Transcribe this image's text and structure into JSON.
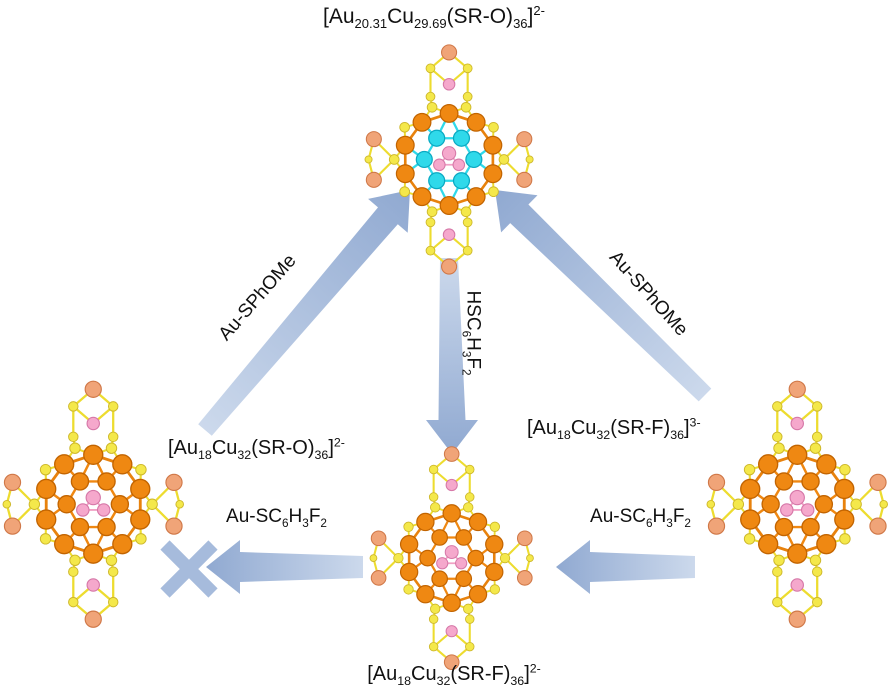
{
  "figure": {
    "background": "#ffffff"
  },
  "colors": {
    "arrow": "#a9bedd",
    "arrow_gradient_light": "#ccd9ec",
    "arrow_gradient_dark": "#90a9d1",
    "gold_orange": "#ef8812",
    "cyan_dopant": "#2fd9ea",
    "pink_core": "#f5a8cc",
    "sulfur_yellow": "#f4e84a",
    "salmon_ligand": "#f0a478",
    "text": "#111111"
  },
  "clusters": {
    "top": {
      "formula": {
        "b1": "[Au",
        "sub1": "20.31",
        "b2": "Cu",
        "sub2": "29.69",
        "b3": "(SR-O)",
        "sub3": "36",
        "b4": "]",
        "sup1": "2-"
      }
    },
    "left": {
      "formula": {
        "b1": "[Au",
        "sub1": "18",
        "b2": "Cu",
        "sub2": "32",
        "b3": "(SR-O)",
        "sub3": "36",
        "b4": "]",
        "sup1": "2-"
      }
    },
    "right": {
      "formula": {
        "b1": "[Au",
        "sub1": "18",
        "b2": "Cu",
        "sub2": "32",
        "b3": "(SR-F)",
        "sub3": "36",
        "b4": "]",
        "sup1": "3-"
      }
    },
    "bottom": {
      "formula": {
        "b1": "[Au",
        "sub1": "18",
        "b2": "Cu",
        "sub2": "32",
        "b3": "(SR-F)",
        "sub3": "36",
        "b4": "]",
        "sup1": "2-"
      }
    }
  },
  "arrows": {
    "left_diagonal": {
      "text": "Au-SPhOMe"
    },
    "right_diagonal": {
      "text": "Au-SPhOMe"
    },
    "down": {
      "b1": "HSC",
      "sub1": "6",
      "b2": "H",
      "sub2": "3",
      "b3": "F",
      "sub3": "2"
    },
    "right_to_bottom": {
      "b1": "Au-SC",
      "sub1": "6",
      "b2": "H",
      "sub2": "3",
      "b3": "F",
      "sub3": "2"
    },
    "bottom_to_left": {
      "b1": "Au-SC",
      "sub1": "6",
      "b2": "H",
      "sub2": "3",
      "b3": "F",
      "sub3": "2",
      "blocked": "x"
    }
  }
}
